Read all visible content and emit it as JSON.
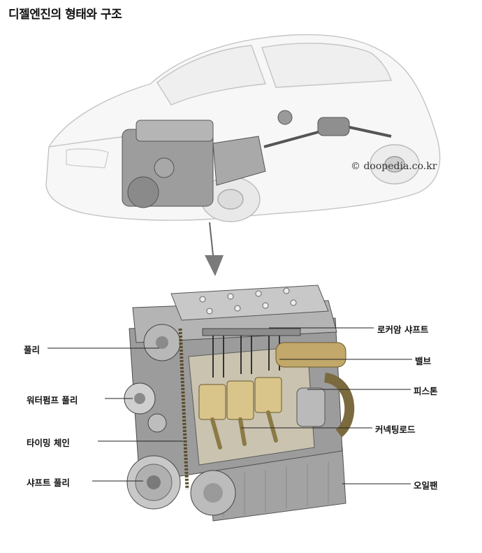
{
  "title": "디젤엔진의 형태와 구조",
  "credit": "© doopedia.co.kr",
  "labels_left": {
    "pulley": "풀리",
    "water_pump_pulley": "워터펌프 풀리",
    "timing_chain": "타이밍 체인",
    "shaft_pulley": "샤프트 풀리"
  },
  "labels_right": {
    "rocker_arm_shaft": "로커암 샤프트",
    "valve": "밸브",
    "piston": "피스톤",
    "connecting_rod": "커넥팅로드",
    "oil_pan": "오일팬"
  },
  "colors": {
    "car_outline": "#bdbdbd",
    "engine_metal": "#8f8f8f",
    "engine_gold": "#c8b27a",
    "leader_line": "#222222",
    "arrow": "#7a7a7a"
  }
}
